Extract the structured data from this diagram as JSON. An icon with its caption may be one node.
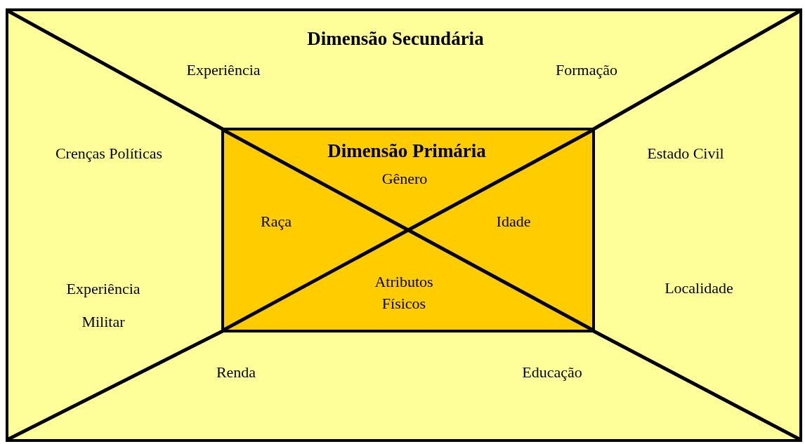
{
  "diagram": {
    "nodes": [
      {
        "text": [
          "Dimensão Secundária",
          "Experiência",
          "Formação",
          "Crenças Políticas",
          "Estado Civil",
          "Experiência Militar",
          "Localidade",
          "Renda",
          "Educação"
        ]
      },
      {
        "text": [
          "Dimensão Primária",
          "Gênero",
          "Raça",
          "Idade",
          "Atributos Físicos"
        ],
        "in": 0
      }
    ],
    "edges": []
  }
}
